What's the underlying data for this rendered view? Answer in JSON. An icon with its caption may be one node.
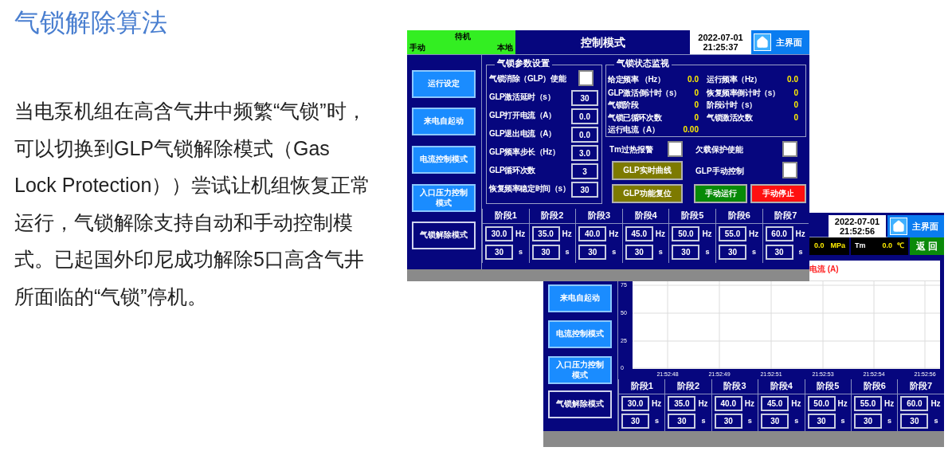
{
  "diagram": {
    "title": "气锁解除算法",
    "nodes": [
      {
        "text": [
          "Tm过热报警",
          "欠载保护使能",
          "GLP手动控制"
        ]
      },
      {
        "text": [
          "待机",
          "手动",
          "本地"
        ],
        "in": 0
      },
      {
        "text": [
          "控制模式"
        ],
        "in": 0
      },
      {
        "text": [
          "2022-07-01 21:25:37"
        ],
        "in": 0
      },
      {
        "text": [
          "主界面"
        ],
        "in": 0
      },
      {
        "text": [
          "运行设定"
        ],
        "in": 0
      },
      {
        "text": [
          "来电自起动"
        ],
        "in": 0
      },
      {
        "text": [
          "电流控制模式"
        ],
        "in": 0
      },
      {
        "text": [
          "入口压力控制模式"
        ],
        "in": 0
      },
      {
        "text": [
          "气锁解除模式"
        ],
        "in": 0
      },
      {
        "text": [
          "气锁参数设置",
          "气锁消除（GLP）使能",
          "GLP激活延时（s）",
          "GLP打开电流（A）",
          "GLP退出电流（A）",
          "GLP频率步长（Hz）",
          "GLP循环次数",
          "恢复频率稳定时间（s）"
        ],
        "in": 0
      },
      {
        "text": [],
        "shape": "box",
        "in": 10
      },
      {
        "text": [
          "30"
        ],
        "in": 10
      },
      {
        "text": [
          "0.0"
        ],
        "in": 10
      },
      {
        "text": [
          "0.0"
        ],
        "in": 10
      },
      {
        "text": [
          "3.0"
        ],
        "in": 10
      },
      {
        "text": [
          "3"
        ],
        "in": 10
      },
      {
        "text": [
          "30"
        ],
        "in": 10
      },
      {
        "text": [
          "气锁状态监视",
          "给定频率 （Hz）",
          "0.0",
          "运行频率（Hz）",
          "0.0",
          "GLP激活倒计时（s）",
          "0",
          "恢复频率倒计时（s）",
          "0",
          "气锁阶段",
          "0",
          "阶段计时（s）",
          "0",
          "气锁已循环次数",
          "0",
          "气锁激活次数",
          "0",
          "运行电流（A）",
          "0.00"
        ],
        "in": 0
      },
      {
        "text": [],
        "shape": "box",
        "in": 0
      },
      {
        "text": [],
        "shape": "box",
        "in": 0
      },
      {
        "text": [
          "GLP实时曲线"
        ],
        "in": 0
      },
      {
        "text": [],
        "shape": "box",
        "in": 0
      },
      {
        "text": [
          "GLP功能复位"
        ],
        "in": 0
      },
      {
        "text": [
          "手动运行"
        ],
        "in": 0
      },
      {
        "text": [
          "手动停止"
        ],
        "in": 0
      },
      {
        "text": [
          "阶段1",
          "Hz",
          "s"
        ],
        "in": 0
      },
      {
        "text": [
          "30.0"
        ],
        "in": 26
      },
      {
        "text": [
          "30"
        ],
        "in": 26
      },
      {
        "text": [
          "阶段2",
          "Hz",
          "s"
        ],
        "in": 0
      },
      {
        "text": [
          "35.0"
        ],
        "in": 29
      },
      {
        "text": [
          "30"
        ],
        "in": 29
      },
      {
        "text": [
          "阶段3",
          "Hz",
          "s"
        ]
      },
      {
        "text": [
          "40.0"
        ],
        "in": 32
      },
      {
        "text": [
          "30"
        ],
        "in": 32
      },
      {
        "text": [
          "阶段4",
          "Hz",
          "s"
        ]
      },
      {
        "text": [
          "45.0"
        ],
        "in": 35
      },
      {
        "text": [
          "30"
        ],
        "in": 35
      },
      {
        "text": [
          "阶段5",
          "Hz",
          "s"
        ]
      },
      {
        "text": [
          "50.0"
        ],
        "in": 38
      },
      {
        "text": [
          "30"
        ],
        "in": 38
      },
      {
        "text": [
          "阶段6",
          "Hz",
          "s"
        ]
      },
      {
        "text": [
          "55.0"
        ],
        "in": 41
      },
      {
        "text": [
          "30"
        ],
        "in": 41
      },
      {
        "text": [
          "阶段7",
          "Hz",
          "s"
        ]
      },
      {
        "text": [
          "60.0"
        ],
        "in": 44
      },
      {
        "text": [
          "30"
        ],
        "in": 44
      },
      {
        "text": [],
        "shape": "box"
      },
      {
        "text": [
          "2022-07-01 21:52:56"
        ],
        "in": 47
      },
      {
        "text": [
          "主界面"
        ],
        "in": 47
      },
      {
        "text": [
          "0.0",
          "MPa"
        ],
        "in": 47
      },
      {
        "text": [
          "Tm",
          "0.0",
          "℃"
        ],
        "in": 47
      },
      {
        "text": [
          "返 回"
        ],
        "in": 47
      },
      {
        "text": [
          "75",
          "50",
          "25",
          "0",
          "21:52:48",
          "21:52:49",
          "21:52:51",
          "21:52:53",
          "21:52:54",
          "21:52:56"
        ],
        "in": 47
      },
      {
        "text": [
          "来电自起动"
        ],
        "in": 47
      },
      {
        "text": [
          "电流控制模式"
        ],
        "in": 47
      },
      {
        "text": [
          "入口压力控制模式"
        ],
        "in": 47
      },
      {
        "text": [
          "气锁解除模式"
        ],
        "in": 47
      },
      {
        "text": [
          "阶段1",
          "Hz",
          "s"
        ],
        "in": 47
      },
      {
        "text": [
          "30.0"
        ],
        "in": 58
      },
      {
        "text": [
          "30"
        ],
        "in": 58
      },
      {
        "text": [
          "阶段2",
          "Hz",
          "s"
        ],
        "in": 47
      },
      {
        "text": [
          "35.0"
        ],
        "in": 61
      },
      {
        "text": [
          "30"
        ],
        "in": 61
      },
      {
        "text": [
          "阶段3",
          "Hz",
          "s"
        ],
        "in": 47
      },
      {
        "text": [
          "40.0"
        ],
        "in": 64
      },
      {
        "text": [
          "30"
        ],
        "in": 64
      },
      {
        "text": [
          "阶段4",
          "Hz",
          "s"
        ],
        "in": 47
      },
      {
        "text": [
          "45.0"
        ],
        "in": 67
      },
      {
        "text": [
          "30"
        ],
        "in": 67
      },
      {
        "text": [
          "阶段5",
          "Hz",
          "s"
        ],
        "in": 47
      },
      {
        "text": [
          "50.0"
        ],
        "in": 70
      },
      {
        "text": [
          "30"
        ],
        "in": 70
      },
      {
        "text": [
          "阶段6",
          "Hz",
          "s"
        ],
        "in": 47
      },
      {
        "text": [
          "55.0"
        ],
        "in": 73
      },
      {
        "text": [
          "30"
        ],
        "in": 73
      },
      {
        "text": [
          "阶段7",
          "Hz",
          "s"
        ],
        "in": 47
      },
      {
        "text": [
          "60.0"
        ],
        "in": 76
      },
      {
        "text": [
          "30"
        ],
        "in": 76
      }
    ],
    "labels": [
      "电流 (A)",
      "当电泵机组在高含气井中频繁“气锁”时，可以切换到GLP气锁解除模式（Gas Lock Protection））尝试让机组恢复正常运行，气锁解除支持自动和手动控制模式。已起国外印尼成功解除5口高含气井所面临的“气锁”停机。"
    ]
  }
}
